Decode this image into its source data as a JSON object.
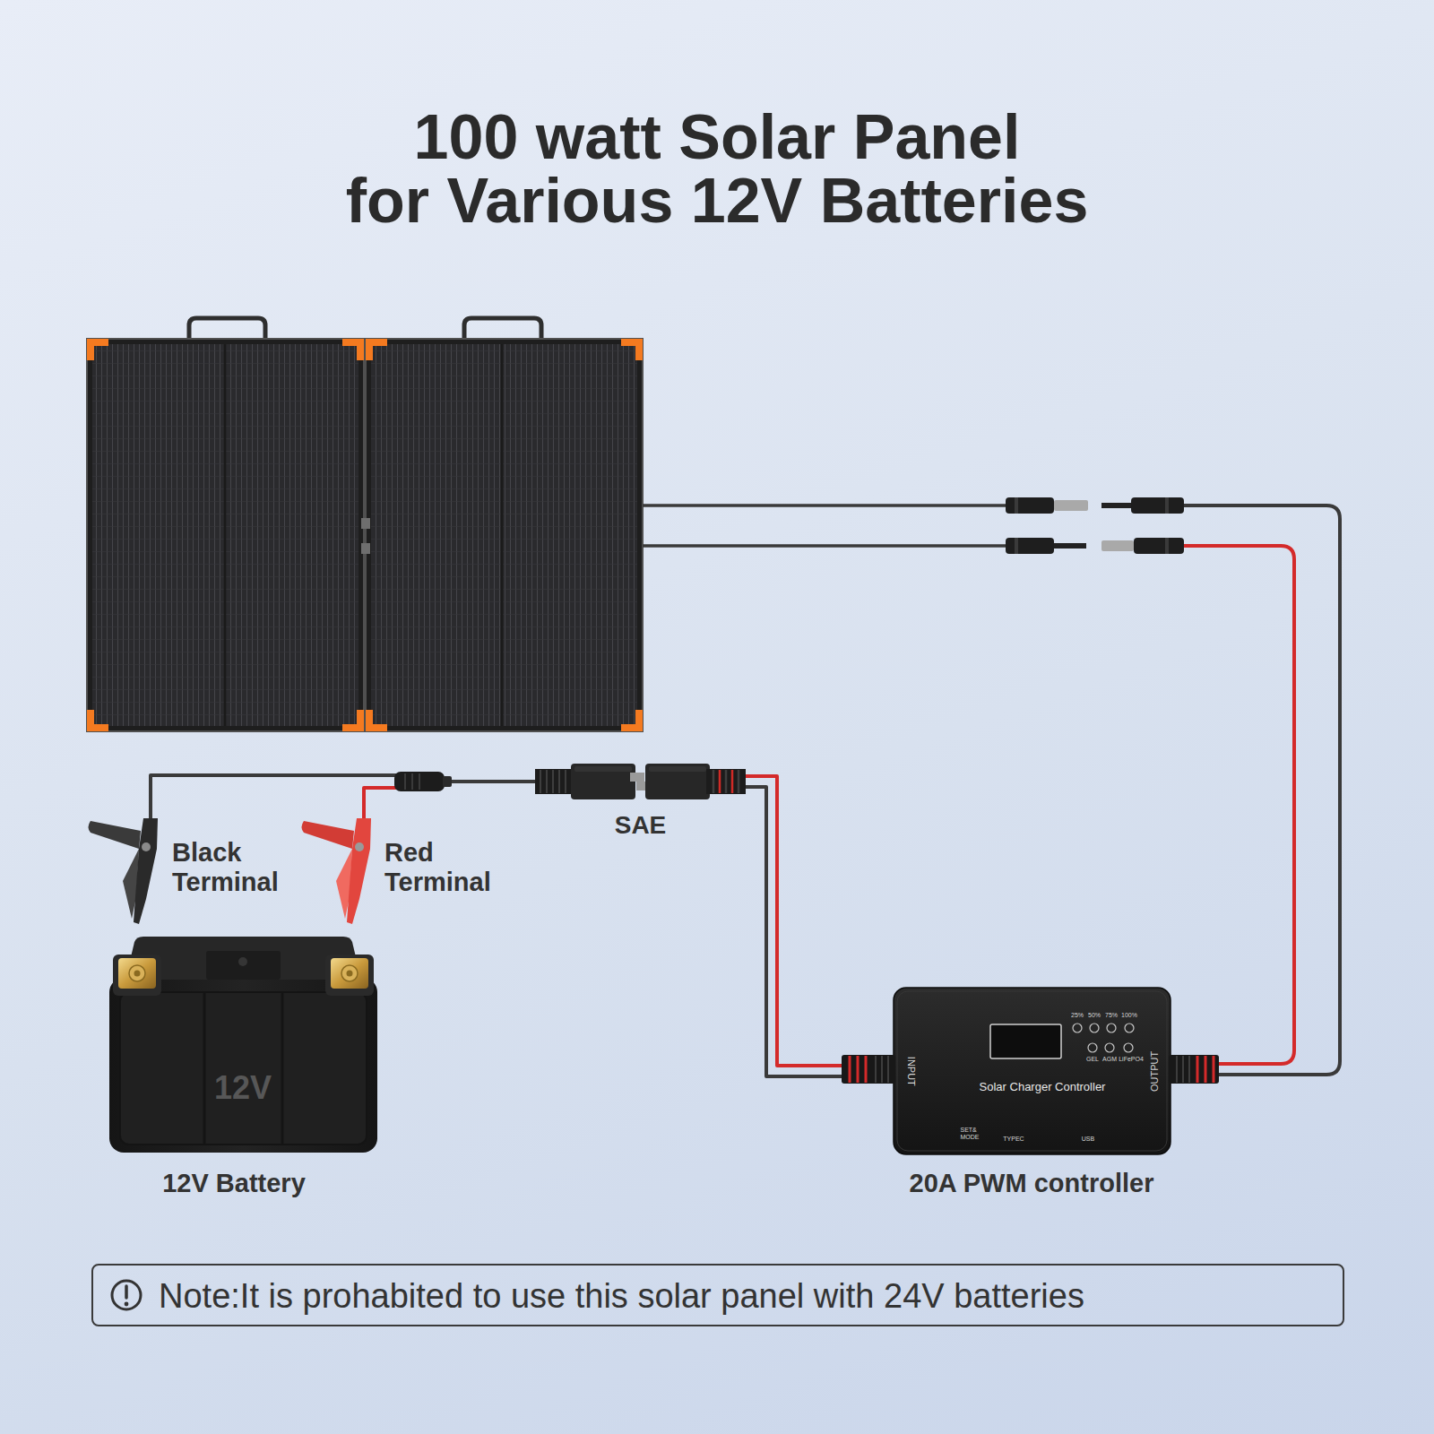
{
  "diagram": {
    "title": "100 watt Solar Panel for Various 12V Batteries",
    "nodes": [
      {
        "text": [
          "Black Terminal"
        ]
      },
      {
        "text": [
          "Red Terminal"
        ]
      },
      {
        "text": [
          "SAE"
        ]
      },
      {
        "text": [
          "12V",
          "12V Battery"
        ]
      },
      {
        "text": [
          "25%",
          "50%",
          "75%",
          "100%",
          "GEL",
          "AGM",
          "LiFePO4",
          "INPUT",
          "Solar Charger Controller",
          "OUTPUT",
          "SET& MODE",
          "TYPEC",
          "USB",
          "20A PWM controller"
        ]
      },
      {
        "text": [
          "Note:It is prohabited to use this solar panel with 24V batteries"
        ]
      }
    ],
    "edges": [
      {
        "from": 4,
        "to": 2,
        "arrow": "none"
      },
      {
        "from": 2,
        "to": 1,
        "arrow": "none"
      },
      {
        "from": 2,
        "to": 0,
        "arrow": "none"
      }
    ]
  }
}
